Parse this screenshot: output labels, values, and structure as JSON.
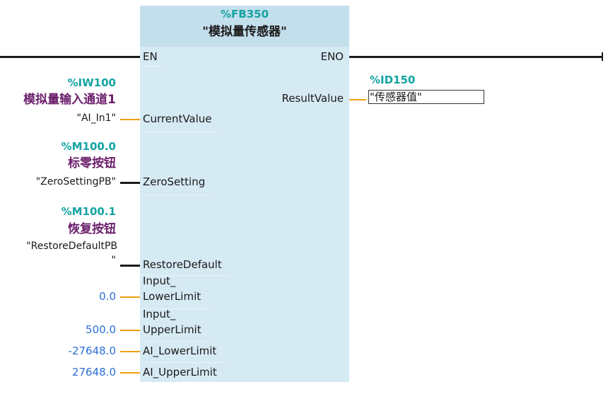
{
  "block": {
    "address": "%FB350",
    "name": "\"模拟量传感器\""
  },
  "enable": {
    "en_label": "EN",
    "eno_label": "ENO"
  },
  "inputs": [
    {
      "address": "%IW100",
      "comment": "模拟量输入通道1",
      "tag": "\"AI_In1\"",
      "pin": "CurrentValue"
    },
    {
      "address": "%M100.0",
      "comment": "标零按钮",
      "tag": "\"ZeroSettingPB\"",
      "pin": "ZeroSetting"
    },
    {
      "address": "%M100.1",
      "comment": "恢复按钮",
      "tag_line1": "\"RestoreDefaultPB",
      "tag_line2": "\"",
      "pin": "RestoreDefault"
    },
    {
      "value": "0.0",
      "pin_line1": "Input_",
      "pin_line2": "LowerLimit"
    },
    {
      "value": "500.0",
      "pin_line1": "Input_",
      "pin_line2": "UpperLimit"
    },
    {
      "value": "-27648.0",
      "pin": "AI_LowerLimit"
    },
    {
      "value": "27648.0",
      "pin": "AI_UpperLimit"
    }
  ],
  "output": {
    "pin": "ResultValue",
    "address": "%ID150",
    "value": "\"传感器值\""
  },
  "colors": {
    "block_fill": "#d6eaf4",
    "header_fill": "#c4dfec",
    "address": "#14a3a3",
    "comment": "#6b1f6b",
    "number": "#2b6fd6",
    "wire_bool": "#1a1a1a",
    "wire_analog": "#f0a010"
  }
}
